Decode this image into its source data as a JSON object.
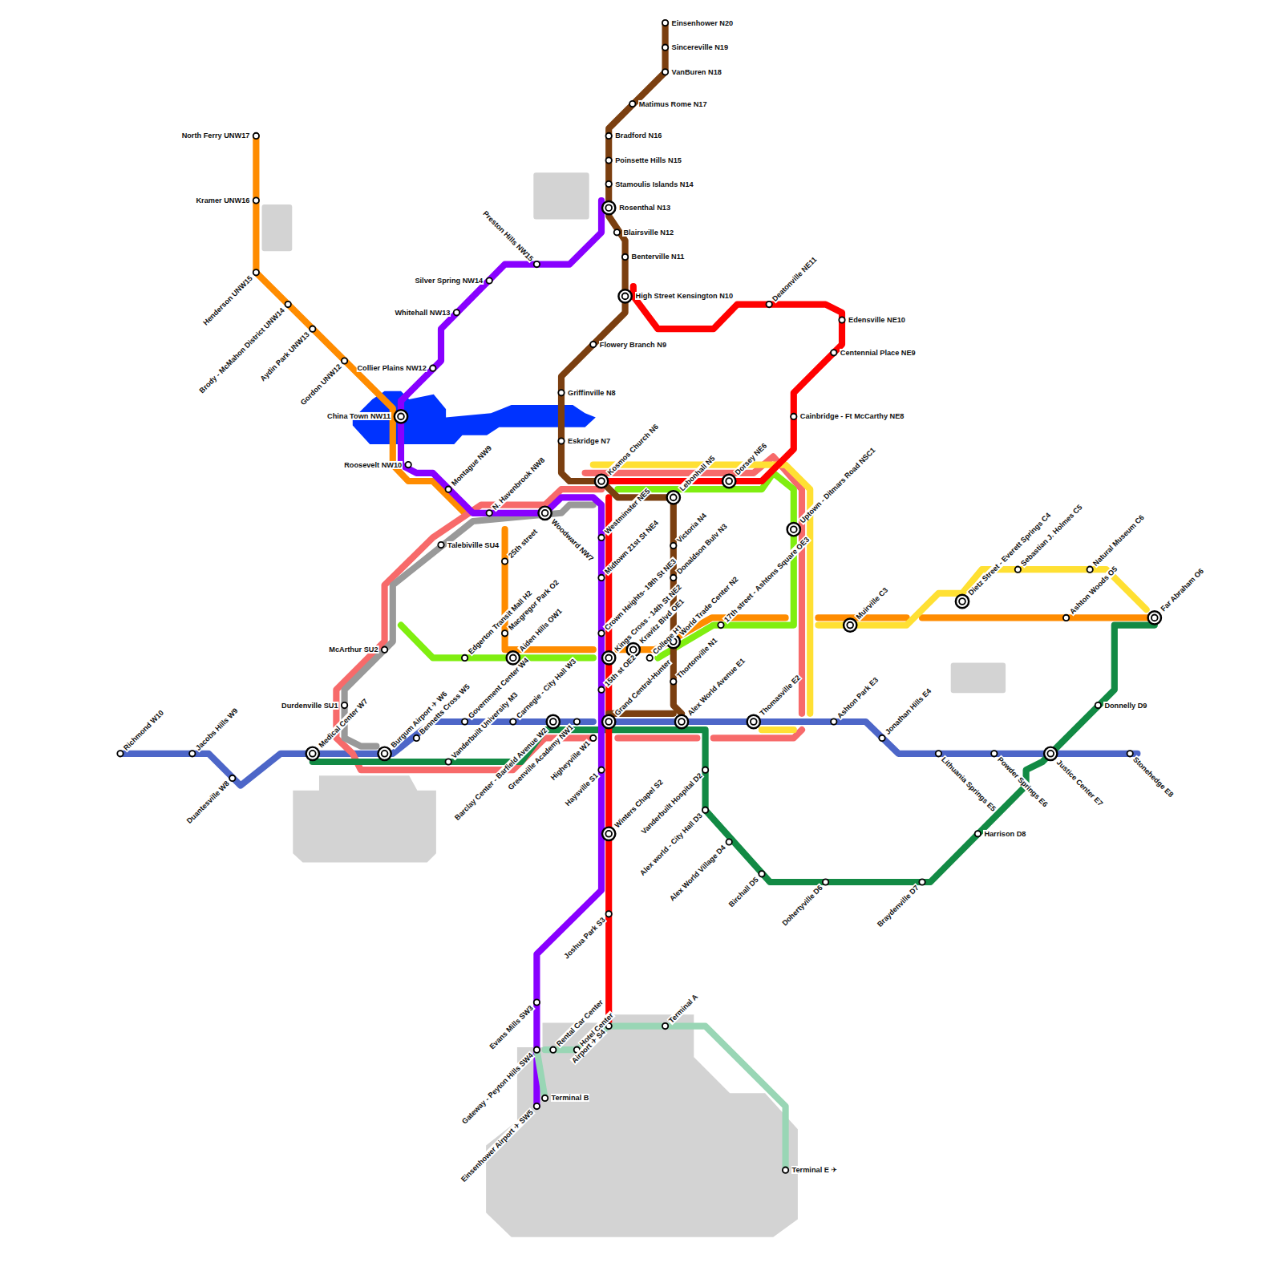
{
  "diagram": {
    "labels": [
      "Einsenhower N20",
      "Sincereville N19",
      "VanBuren N18",
      "Matimus Rome N17",
      "Bradford N16",
      "Poinsette Hills N15",
      "Stamoulis Islands N14",
      "Rosenthal N13",
      "Blairsville N12",
      "Benterville N11",
      "High Street Kensington N10",
      "Flowery Branch N9",
      "Griffinville N8",
      "Eskridge N7",
      "Preston Hills NW15",
      "Silver Spring NW14",
      "Whitehall NW13",
      "Collier Plains NW12",
      "China Town NW11",
      "Roosevelt NW10",
      "Montague NW9",
      "N. Havenbrook NW8",
      "Woodward NW7",
      "North Ferry UNW17",
      "Kramer UNW16",
      "Henderson UNW15",
      "Brody - McMahon District UNW14",
      "Aydin Park UNW13",
      "Gordon UNW12",
      "Talebiville SU4",
      "25th street",
      "McArthur SU2",
      "Durdenville SU1",
      "Edgerton Transit Mall H2",
      "Macgregor Park O2",
      "Aiden Hills OW1",
      "Government Center W4",
      "Carnegie - City Hall W3",
      "Vanderbuilt University M3",
      "Barclay Center - Barfield Avenue W2",
      "Greenville Academy NW1",
      "Higheyville W1",
      "Bennetts Cross W5",
      "Burgum Airport ✈ W6",
      "Medical Center W7",
      "Jacobs Hills W9",
      "Richmond W10",
      "Duantesville W8",
      "Kosmos Church N6",
      "Westminster NE5",
      "Midtown 21st St NE4",
      "Crown Heights- 19th St NE3",
      "Kings Cross - 14th St NE2",
      "Kravitz Blvd OE1",
      "15th st OE2",
      "College H1",
      "Grand Central-Hunter",
      "Haysville S1",
      "Winters Chapel S2",
      "Joshua Park S3",
      "Lebonhall N5",
      "Victoria N4",
      "Donaldson Bulv N3",
      "World Trade Center N2",
      "Thortonville N1",
      "Alex World Avenue E1",
      "Deatonville NE11",
      "Edensville NE10",
      "Centennial Place NE9",
      "Cainbridge - Ft McCarthy NE8",
      "Dorsey NE6",
      "Uptown - Ditmars Road NSC1",
      "17th street - Ashtons Square OE3",
      "Thomasville E2",
      "Ashton Park E3",
      "Jonathan Hills E4",
      "Muirville C3",
      "Dietz Street - Everett Springs C4",
      "Sebastian J. Holmes C5",
      "Natural Museum C6",
      "Ashton Woods O5",
      "Far Abraham O6",
      "Lithuania Springs E5",
      "Powder Springs E6",
      "Justice Center E7",
      "Stonehedge E8",
      "Donnelly D9",
      "Harrison D8",
      "Braydenville D7",
      "Dohertyville D6",
      "Birchall D5",
      "Alex World Village D4",
      "Alex world - City Hall D3",
      "Vanderbuilt Hospital D2",
      "Evans Mills SW3",
      "Gateway - Peyton Hills SW4",
      "Einsenhower Airport ✈ SW5",
      "Terminal B",
      "Rental Car Center",
      "Hotel Center",
      "Airport ✈ S4",
      "Terminal A",
      "Terminal E ✈"
    ]
  }
}
